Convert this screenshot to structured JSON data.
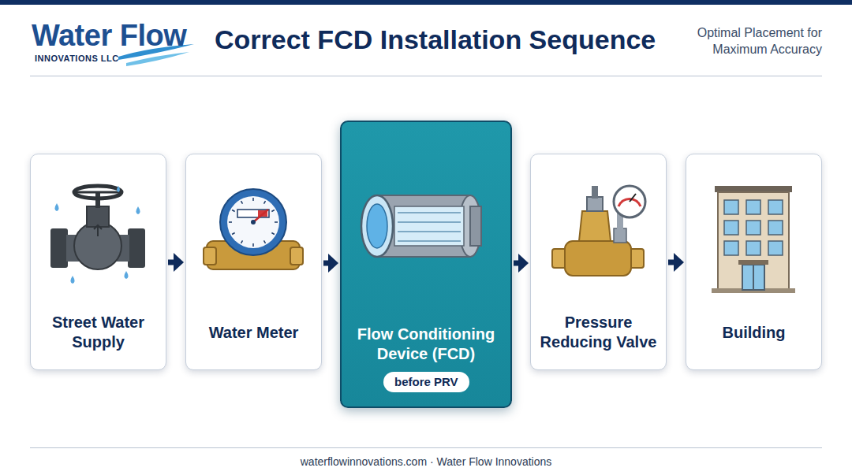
{
  "diagram": {
    "title": "Correct FCD Installation Sequence",
    "caption": "waterflowinnovations.com · Water Flow Innovations",
    "nodes": [
      {
        "text": [
          "Street Water Supply"
        ]
      },
      {
        "text": [
          "Water Meter"
        ]
      },
      {
        "text": [
          "Flow Conditioning Device (FCD)"
        ]
      },
      {
        "text": [
          "before PRV"
        ],
        "in": 2
      },
      {
        "text": [
          "Pressure Reducing Valve"
        ]
      },
      {
        "text": [
          "Building"
        ]
      }
    ],
    "edges": [
      {
        "from": 0,
        "to": 1,
        "arrow": "to"
      },
      {
        "from": 1,
        "to": 2,
        "arrow": "to"
      },
      {
        "from": 2,
        "to": 4,
        "arrow": "to"
      },
      {
        "from": 4,
        "to": 5,
        "arrow": "to"
      }
    ],
    "labels": [
      "Water Flow",
      "INNOVATIONS LLC",
      "Optimal Placement for Maximum Accuracy"
    ]
  }
}
